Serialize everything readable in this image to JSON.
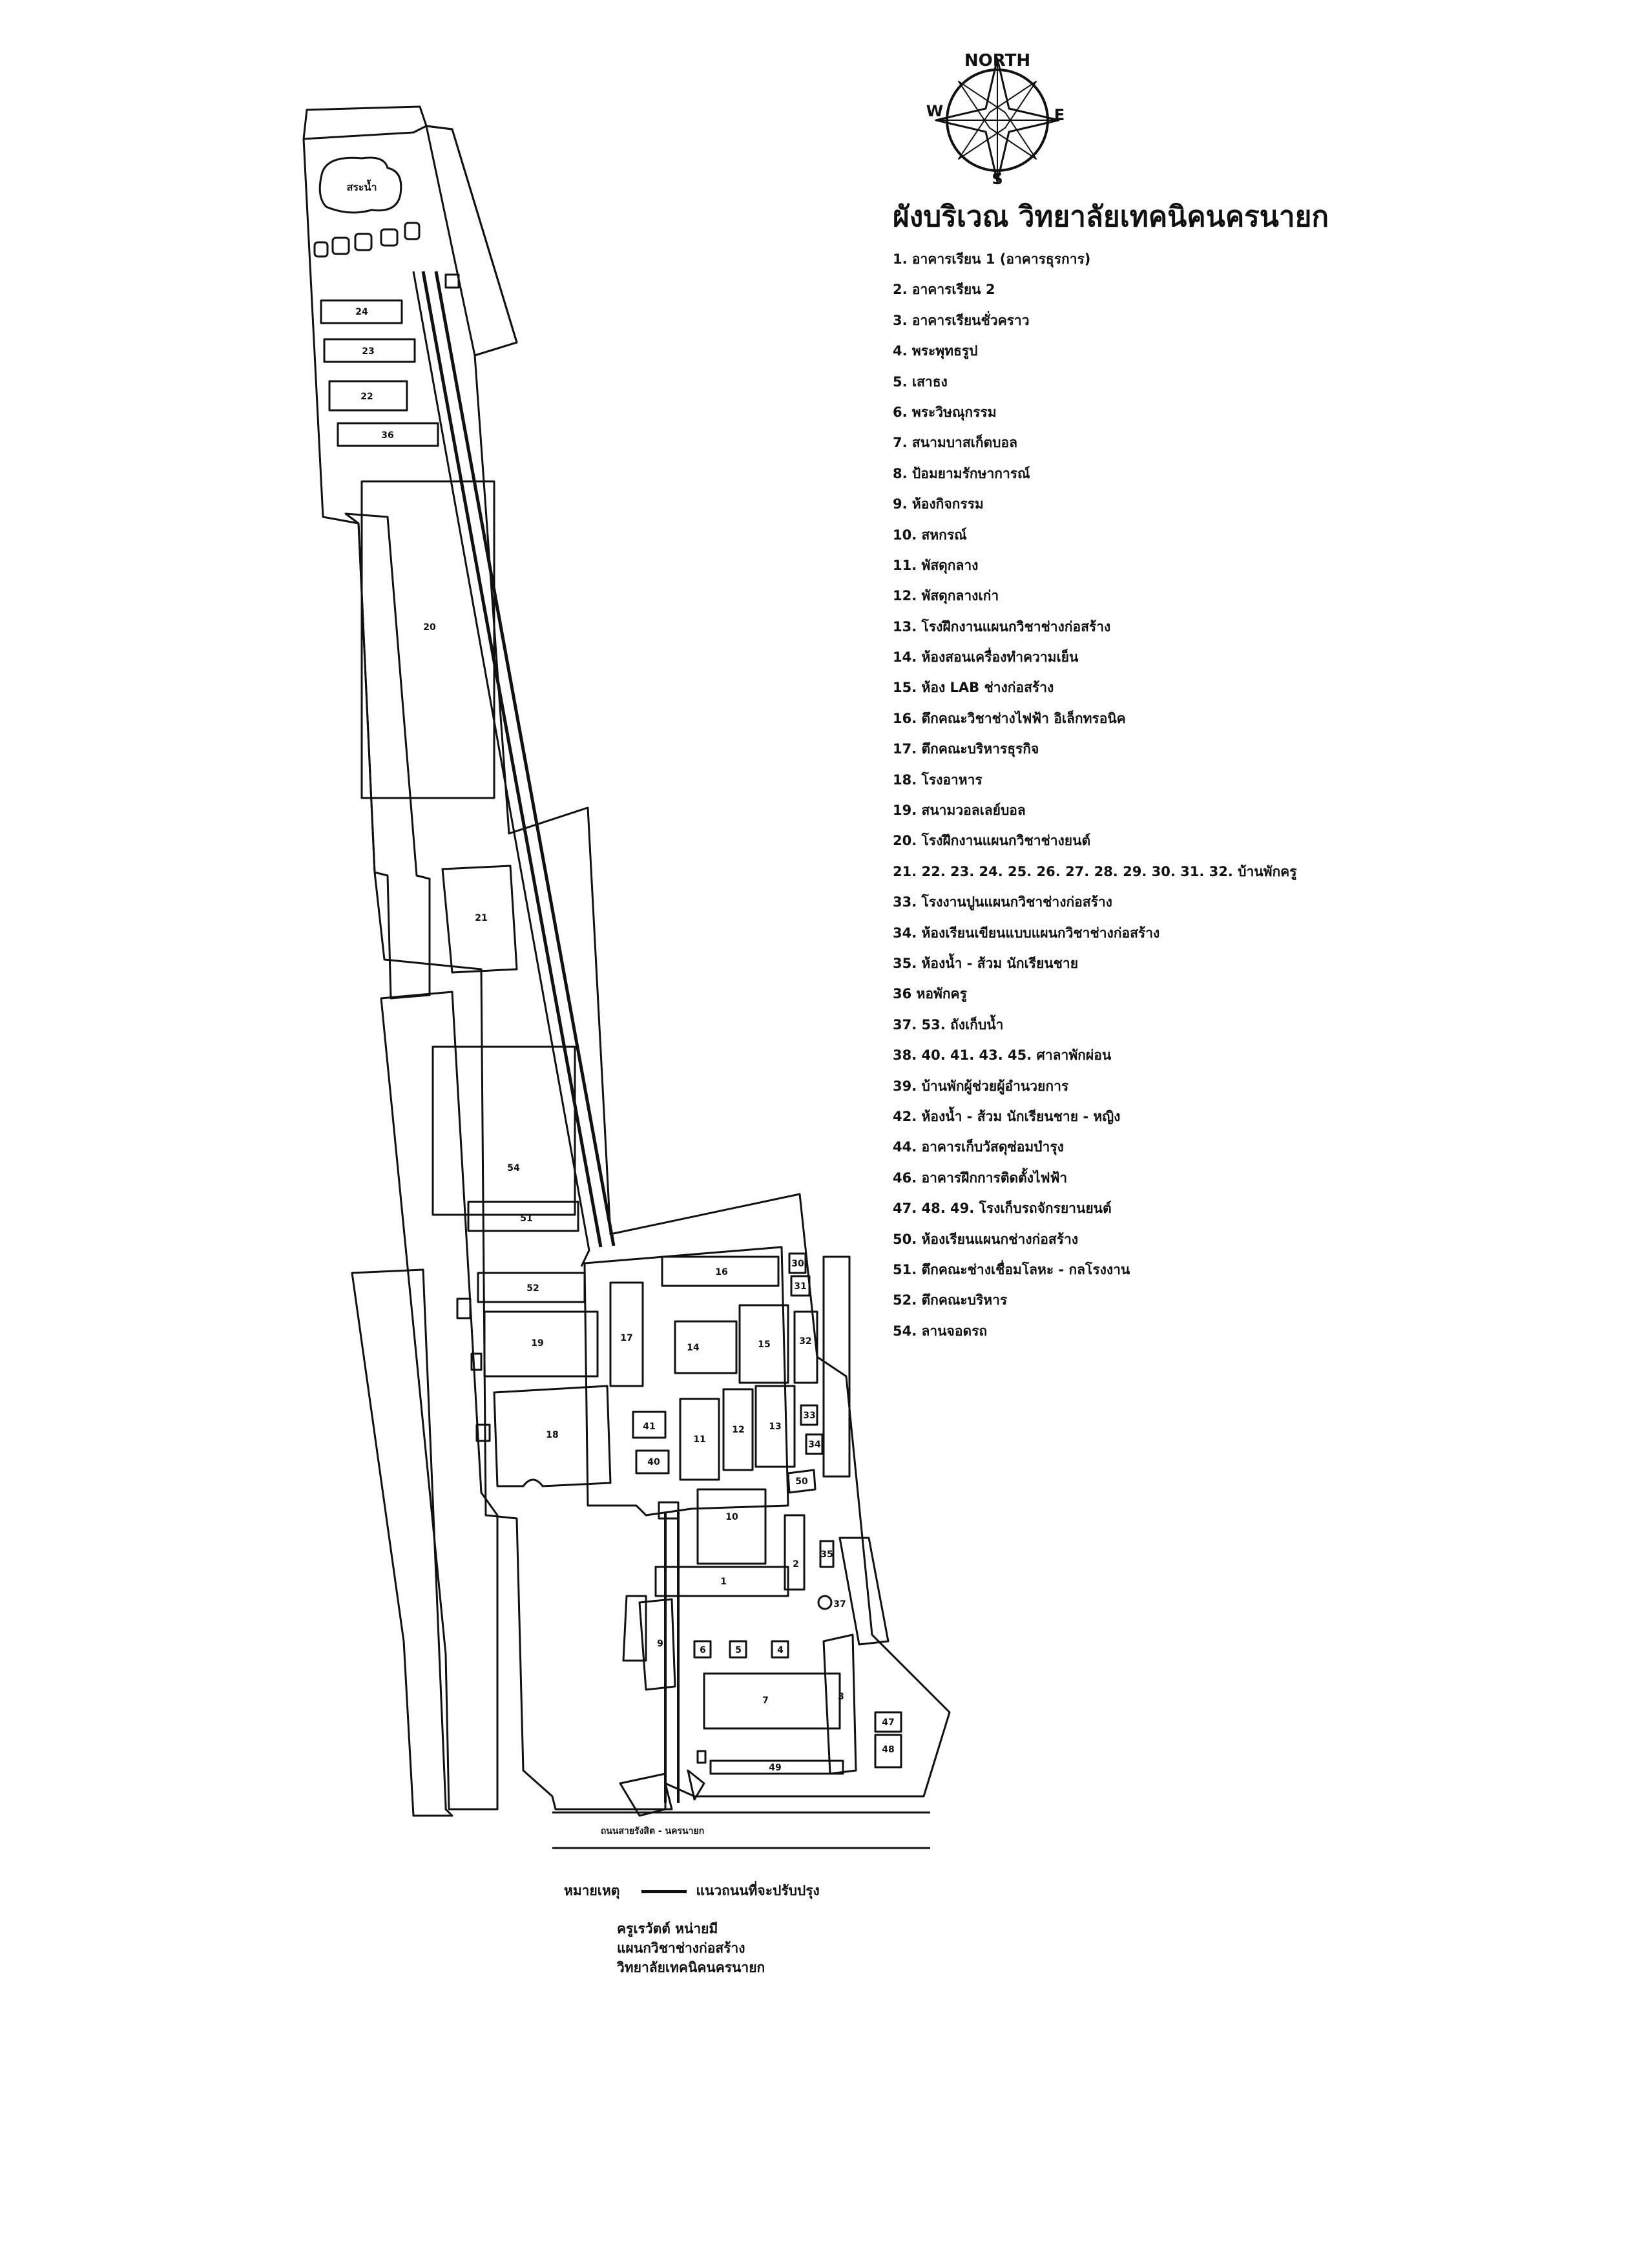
{
  "compass": {
    "north": "NORTH",
    "south": "S",
    "east": "E",
    "west": "W"
  },
  "title": "ผังบริเวณ วิทยาลัยเทคนิคนครนายก",
  "legend": [
    "1. อาคารเรียน 1 (อาคารธุรการ)",
    "2. อาคารเรียน 2",
    "3. อาคารเรียนชั่วคราว",
    "4. พระพุทธรูป",
    "5. เสาธง",
    "6. พระวิษณุกรรม",
    "7. สนามบาสเก็ตบอล",
    "8. ป้อมยามรักษาการณ์",
    "9. ห้องกิจกรรม",
    "10. สหกรณ์",
    "11. พัสดุกลาง",
    "12. พัสดุกลางเก่า",
    "13. โรงฝึกงานแผนกวิชาช่างก่อสร้าง",
    "14. ห้องสอนเครื่องทำความเย็น",
    "15. ห้อง LAB ช่างก่อสร้าง",
    "16. ตึกคณะวิชาช่างไฟฟ้า อิเล็กทรอนิค",
    "17. ตึกคณะบริหารธุรกิจ",
    "18. โรงอาหาร",
    "19. สนามวอลเลย์บอล",
    "20. โรงฝึกงานแผนกวิชาช่างยนต์",
    "21. 22. 23. 24. 25. 26. 27. 28. 29. 30. 31. 32. บ้านพักครู",
    "33. โรงงานปูนแผนกวิชาช่างก่อสร้าง",
    "34. ห้องเรียนเขียนแบบแผนกวิชาช่างก่อสร้าง",
    "35. ห้องน้ำ - ส้วม นักเรียนชาย",
    "36 หอพักครู",
    "37. 53. ถังเก็บน้ำ",
    "38. 40. 41. 43. 45. ศาลาพักผ่อน",
    "39. บ้านพักผู้ช่วยผู้อำนวยการ",
    "42. ห้องน้ำ - ส้วม นักเรียนชาย - หญิง",
    "44. อาคารเก็บวัสดุซ่อมบำรุง",
    "46. อาคารฝึกการติดตั้งไฟฟ้า",
    "47. 48. 49. โรงเก็บรถจักรยานยนต์",
    "50. ห้องเรียนแผนกช่างก่อสร้าง",
    "51. ตึกคณะช่างเชื่อมโลหะ - กลโรงงาน",
    "52. ตึกคณะบริหาร",
    "54. ลานจอดรถ"
  ],
  "map": {
    "pond_label": "สระน้ำ",
    "road_label": "ถนนสายรังสิต - นครนายก",
    "building_labels": [
      "24",
      "23",
      "22",
      "36",
      "20",
      "21",
      "54",
      "51",
      "52",
      "19",
      "18",
      "16",
      "17",
      "14",
      "15",
      "41",
      "40",
      "11",
      "12",
      "13",
      "33",
      "34",
      "32",
      "10",
      "2",
      "1",
      "9",
      "6",
      "5",
      "4",
      "7",
      "3",
      "47",
      "48",
      "49",
      "37",
      "50",
      "30",
      "31",
      "35"
    ]
  },
  "note": {
    "label": "หมายเหตุ",
    "text": "แนวถนนที่จะปรับปรุง"
  },
  "credits": [
    "ครูเรวัตต์ หน่ายมี",
    "แผนกวิชาช่างก่อสร้าง",
    "วิทยาลัยเทคนิคนครนายก"
  ]
}
